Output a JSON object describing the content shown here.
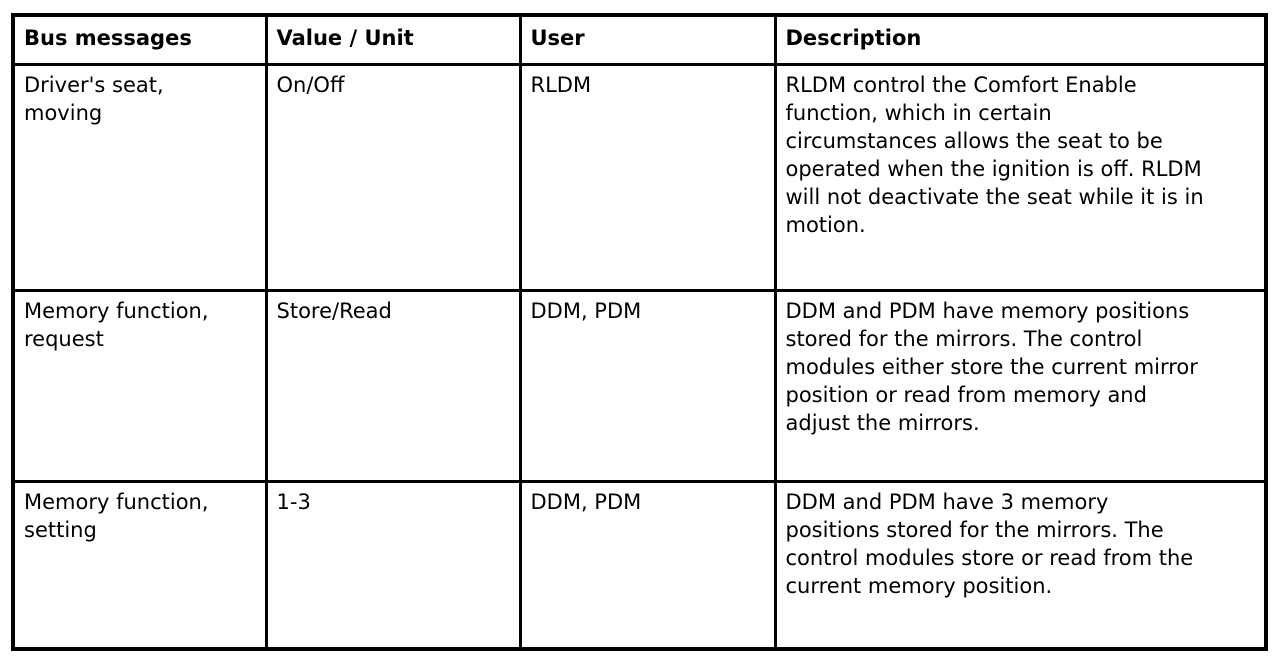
{
  "document": {
    "background_color": "#ffffff",
    "border_color": "#000000",
    "text_color": "#000000"
  },
  "table": {
    "headers": [
      "Bus messages",
      "Value / Unit",
      "User",
      "Description"
    ],
    "rows": [
      {
        "bus_message": [
          "Driver's seat,",
          "moving"
        ],
        "value_unit": "On/Off",
        "user": "RLDM",
        "description": [
          "RLDM control the Comfort Enable",
          "function, which in certain",
          "circumstances allows the seat to be",
          "operated when the ignition is off. RLDM",
          "will not deactivate the seat while it is in",
          "motion."
        ]
      },
      {
        "bus_message": [
          "Memory function,",
          "request"
        ],
        "value_unit": "Store/Read",
        "user": "DDM, PDM",
        "description": [
          "DDM and PDM have memory positions",
          "stored for the mirrors. The control",
          "modules either store the current mirror",
          "position or read from memory and",
          "adjust the mirrors."
        ]
      },
      {
        "bus_message": [
          "Memory function,",
          "setting"
        ],
        "value_unit": "1-3",
        "user": "DDM, PDM",
        "description": [
          "DDM and PDM have 3 memory",
          "positions stored for the mirrors. The",
          "control modules store or read from the",
          "current memory position."
        ]
      }
    ]
  }
}
